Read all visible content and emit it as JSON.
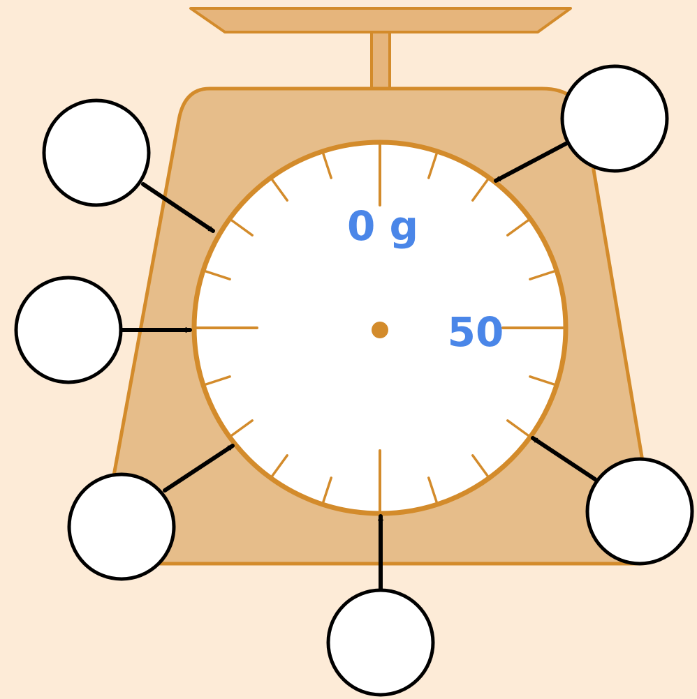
{
  "diagram": {
    "scale": {
      "zero_label": "0 g",
      "half_label": "50",
      "major_divisions": 4,
      "minor_ticks_per_major": 5
    },
    "answer_circles": [
      {
        "id": "top-right-answer",
        "value": ""
      },
      {
        "id": "upper-left-answer",
        "value": ""
      },
      {
        "id": "left-answer",
        "value": ""
      },
      {
        "id": "lower-left-answer",
        "value": ""
      },
      {
        "id": "bottom-answer",
        "value": ""
      },
      {
        "id": "lower-right-answer",
        "value": ""
      }
    ]
  },
  "colors": {
    "background": "#FDEBD7",
    "scale_body": "#E6BD8A",
    "scale_outline": "#D38B2B",
    "dial_face": "#FFFFFF",
    "label_blue": "#4A86E8",
    "arrow": "#000000"
  }
}
